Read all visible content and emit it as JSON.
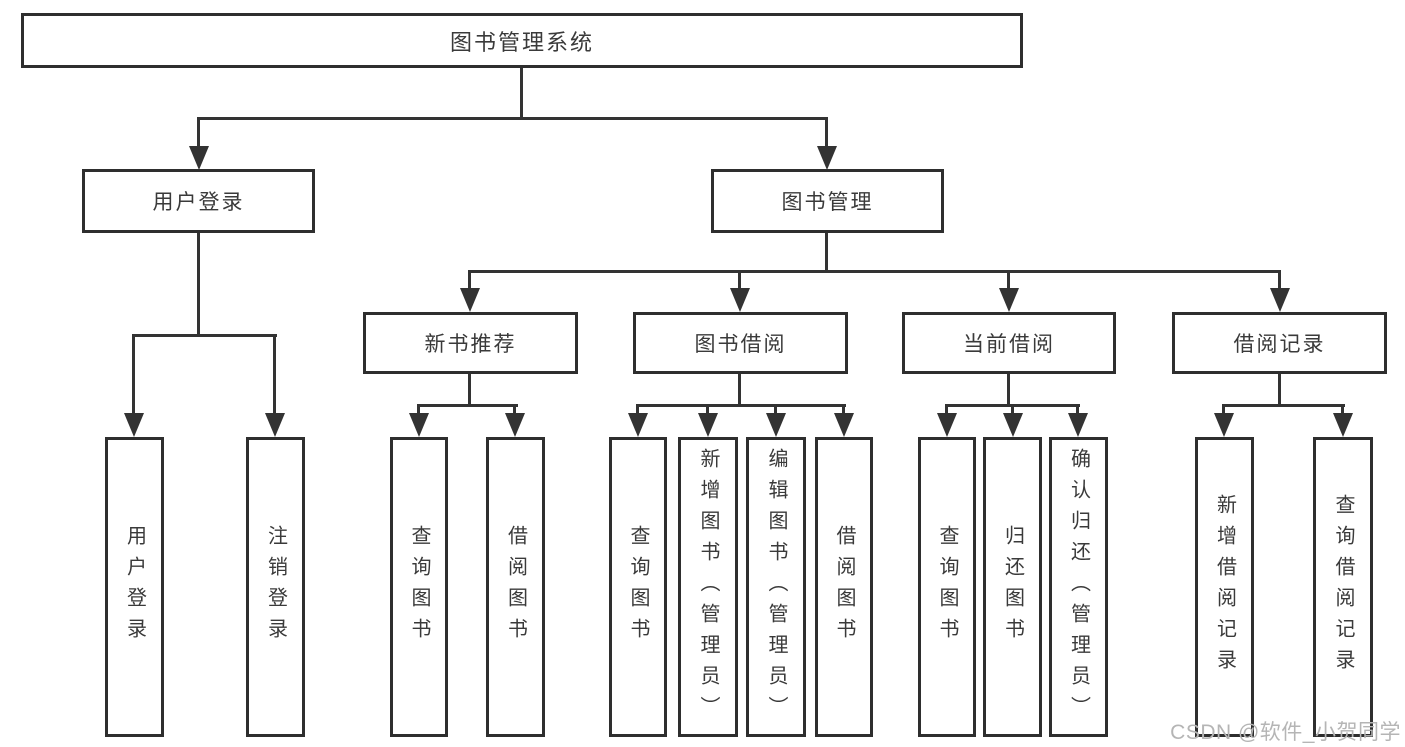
{
  "tree": {
    "label": "图书管理系统",
    "children": [
      {
        "label": "用户登录",
        "children": [
          {
            "label": "用户登录"
          },
          {
            "label": "注销登录"
          }
        ]
      },
      {
        "label": "图书管理",
        "children": [
          {
            "label": "新书推荐",
            "children": [
              {
                "label": "查询图书"
              },
              {
                "label": "借阅图书"
              }
            ]
          },
          {
            "label": "图书借阅",
            "children": [
              {
                "label": "查询图书"
              },
              {
                "label": "新增图书（管理员）"
              },
              {
                "label": "编辑图书（管理员）"
              },
              {
                "label": "借阅图书"
              }
            ]
          },
          {
            "label": "当前借阅",
            "children": [
              {
                "label": "查询图书"
              },
              {
                "label": "归还图书"
              },
              {
                "label": "确认归还（管理员）"
              }
            ]
          },
          {
            "label": "借阅记录",
            "children": [
              {
                "label": "新增借阅记录"
              },
              {
                "label": "查询借阅记录"
              }
            ]
          }
        ]
      }
    ]
  },
  "watermark": {
    "text": "CSDN @软件_小贺同学"
  },
  "colors": {
    "line": "#333333",
    "box_border": "#2e2e2e",
    "text": "#3a3a3a",
    "watermark": "#b5b5b5",
    "background": "#ffffff"
  }
}
